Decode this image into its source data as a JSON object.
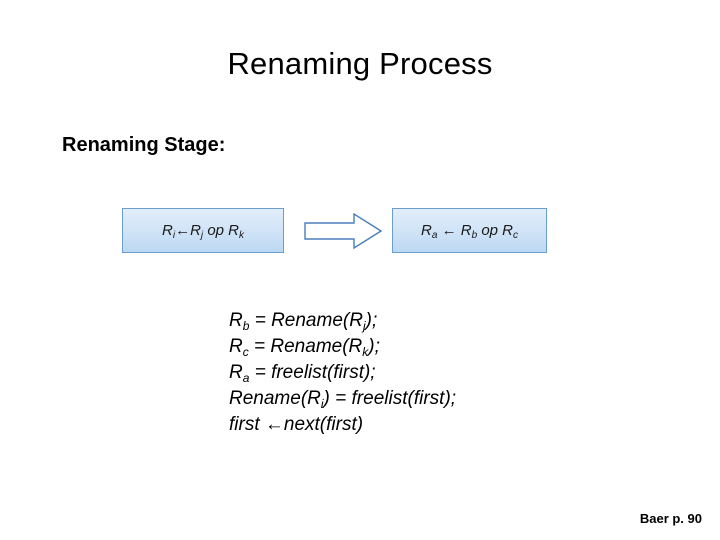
{
  "slide": {
    "title": "Renaming Process",
    "stage_label": "Renaming Stage:",
    "box_left": {
      "dest": "R",
      "dest_sub": "i",
      "arrow": "←",
      "src1": "R",
      "src1_sub": "j",
      "op": "op",
      "src2": "R",
      "src2_sub": "k"
    },
    "box_right": {
      "dest": "R",
      "dest_sub": "a",
      "arrow": "←",
      "src1": "R",
      "src1_sub": "b",
      "op": "op",
      "src2": "R",
      "src2_sub": "c"
    },
    "arrow_icon": "block-right-arrow-icon",
    "equations": [
      {
        "lhs": "R",
        "lhs_sub": "b",
        "rel": " = ",
        "rhs": "Rename(R",
        "rhs_sub": "j",
        "rhs_tail": ");"
      },
      {
        "lhs": "R",
        "lhs_sub": "c",
        "rel": " = ",
        "rhs": "Rename(R",
        "rhs_sub": "k",
        "rhs_tail": ");"
      },
      {
        "lhs": "R",
        "lhs_sub": "a",
        "rel": " = ",
        "rhs": "freelist(first",
        "rhs_sub": "",
        "rhs_tail": ");"
      },
      {
        "lhs": "Rename(R",
        "lhs_sub": "i",
        "rel": ") = ",
        "rhs": "freelist(first",
        "rhs_sub": "",
        "rhs_tail": ");"
      },
      {
        "lhs": "first ",
        "lhs_sub": "",
        "rel": "←",
        "rhs": "next(first",
        "rhs_sub": "",
        "rhs_tail": ")"
      }
    ],
    "footer": "Baer p. 90"
  },
  "colors": {
    "box_border": "#6b9ed0",
    "box_fill_top": "#e2eefb",
    "box_fill_bottom": "#bcd8f2",
    "arrow_border": "#4a7ebb",
    "text": "#000000"
  }
}
